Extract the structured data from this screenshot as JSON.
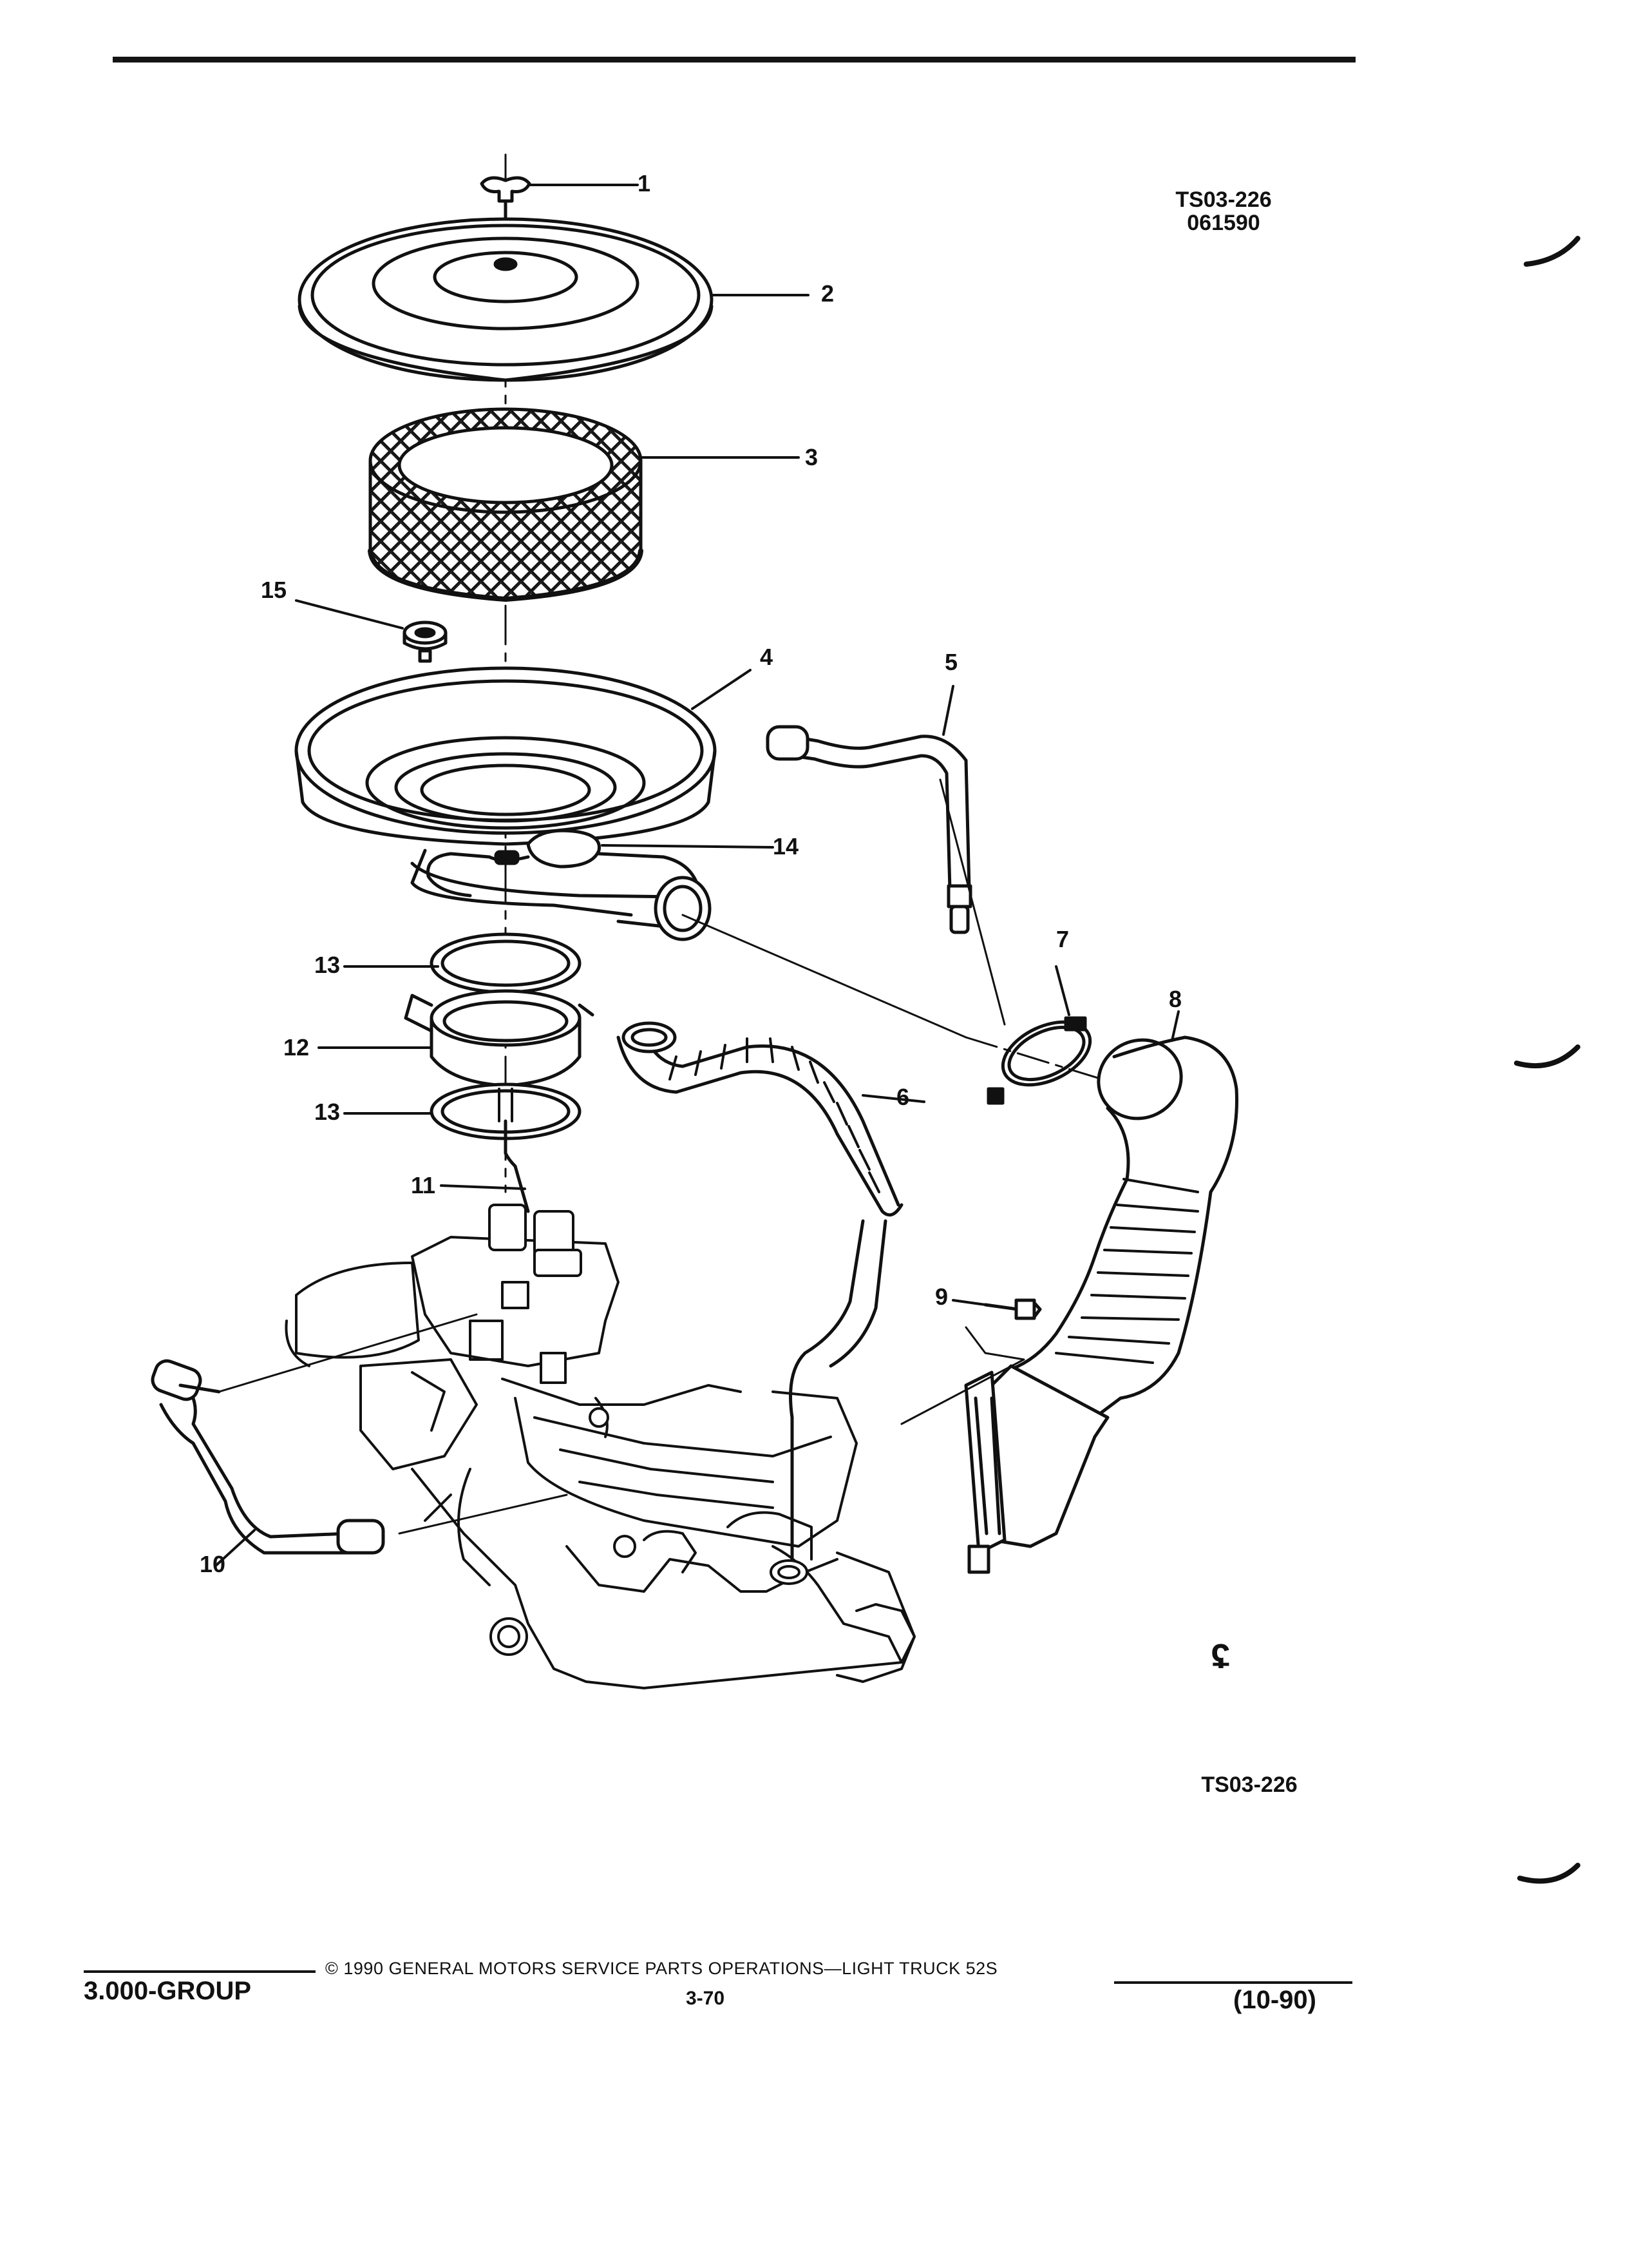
{
  "header": {
    "drawing_code": "TS03-226",
    "drawing_date": "061590"
  },
  "callouts": [
    "1",
    "2",
    "3",
    "4",
    "5",
    "6",
    "7",
    "8",
    "9",
    "10",
    "11",
    "12",
    "13",
    "13",
    "14",
    "15"
  ],
  "figure": {
    "code": "TS03-226",
    "mark": "ʢ"
  },
  "footer": {
    "copyright": "© 1990 GENERAL MOTORS SERVICE PARTS OPERATIONS—LIGHT TRUCK 52S",
    "group": "3.000-GROUP",
    "page": "3-70",
    "date": "(10-90)"
  }
}
